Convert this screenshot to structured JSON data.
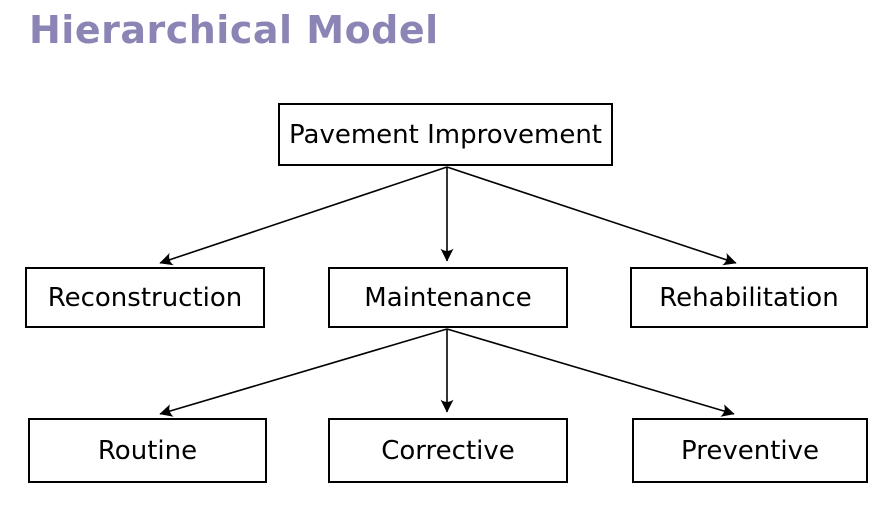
{
  "title": "Hierarchical Model",
  "colors": {
    "title_text": "#8b85b5",
    "node_border": "#000000",
    "node_text": "#000000",
    "arrow": "#000000",
    "background": "#ffffff"
  },
  "diagram": {
    "type": "hierarchy-tree",
    "levels": 3,
    "nodes": {
      "root": {
        "label": "Pavement Improvement"
      },
      "level1": [
        {
          "label": "Reconstruction"
        },
        {
          "label": "Maintenance"
        },
        {
          "label": "Rehabilitation"
        }
      ],
      "level2": [
        {
          "label": "Routine"
        },
        {
          "label": "Corrective"
        },
        {
          "label": "Preventive"
        }
      ]
    },
    "edges": [
      {
        "from": "Pavement Improvement",
        "to": "Reconstruction"
      },
      {
        "from": "Pavement Improvement",
        "to": "Maintenance"
      },
      {
        "from": "Pavement Improvement",
        "to": "Rehabilitation"
      },
      {
        "from": "Maintenance",
        "to": "Routine"
      },
      {
        "from": "Maintenance",
        "to": "Corrective"
      },
      {
        "from": "Maintenance",
        "to": "Preventive"
      }
    ]
  }
}
